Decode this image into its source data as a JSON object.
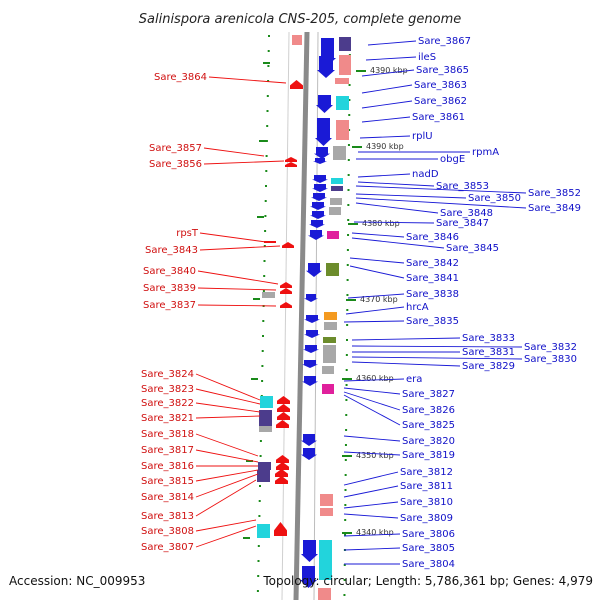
{
  "title": "Salinispora arenicola CNS-205, complete genome",
  "footer": {
    "accession": "Accession: NC_009953",
    "topology": "Topology: circular; Length: 5,786,361 bp; Genes: 4,979"
  },
  "kbp_ticks": [
    "4390 kbp",
    "4390 kbp",
    "4380 kbp",
    "4370 kbp",
    "4360 kbp",
    "4350 kbp",
    "4340 kbp"
  ],
  "right_labels": [
    "Sare_3867",
    "ileS",
    "Sare_3865",
    "Sare_3863",
    "Sare_3862",
    "Sare_3861",
    "rplU",
    "rpmA",
    "obgE",
    "nadD",
    "Sare_3853",
    "Sare_3852",
    "Sare_3850",
    "Sare_3849",
    "Sare_3848",
    "Sare_3847",
    "Sare_3846",
    "Sare_3845",
    "Sare_3842",
    "Sare_3841",
    "Sare_3838",
    "hrcA",
    "Sare_3835",
    "Sare_3833",
    "Sare_3832",
    "Sare_3831",
    "Sare_3830",
    "Sare_3829",
    "era",
    "Sare_3827",
    "Sare_3826",
    "Sare_3825",
    "Sare_3820",
    "Sare_3819",
    "Sare_3812",
    "Sare_3811",
    "Sare_3810",
    "Sare_3809",
    "Sare_3806",
    "Sare_3805",
    "Sare_3804"
  ],
  "left_labels": [
    "Sare_3864",
    "Sare_3857",
    "Sare_3856",
    "rpsT",
    "Sare_3843",
    "Sare_3840",
    "Sare_3839",
    "Sare_3837",
    "Sare_3824",
    "Sare_3823",
    "Sare_3822",
    "Sare_3821",
    "Sare_3818",
    "Sare_3817",
    "Sare_3816",
    "Sare_3815",
    "Sare_3814",
    "Sare_3813",
    "Sare_3808",
    "Sare_3807"
  ],
  "colors": {
    "forward_gene": "#1a1ad6",
    "reverse_gene": "#ee1111",
    "right_label": "#1010c8",
    "left_label": "#d01010",
    "backbone": "#8a8a8a",
    "tick": "#1a8a1a",
    "cog_pink": "#f08a8a",
    "cog_cyan": "#22d4dc",
    "cog_gray": "#a8a8a8",
    "cog_purple": "#4c3c8c",
    "cog_magenta": "#e0209c",
    "cog_green": "#6c8c2c",
    "cog_orange": "#f49a20"
  }
}
